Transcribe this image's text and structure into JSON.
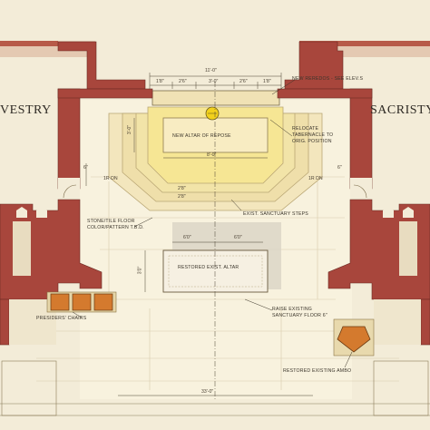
{
  "rooms": {
    "vestry": "VESTRY",
    "sacristy": "SACRISTY"
  },
  "notes": {
    "new_reredos": "NEW REREDOS - SEE ELEV.S",
    "relocate_tabernacle": [
      "RELOCATE",
      "TABERNACLE TO",
      "ORIG. POSITION"
    ],
    "new_altar_of_repose": "NEW ALTAR OF REPOSE",
    "exist_sanctuary_steps": "EXIST. SANCTUARY STEPS",
    "stone_tile_floor": [
      "STONE/TILE FLOOR",
      "COLOR/PATTERN T.B.D."
    ],
    "restored_exist_altar": "RESTORED EXIST. ALTAR",
    "raise_existing": [
      "RAISE EXISTING",
      "SANCTUARY FLOOR 6\""
    ],
    "presiders_chairs": "PRESIDERS' CHAIRS",
    "restored_existing_ambo": "RESTORED EXISTING AMBO"
  },
  "dims": {
    "overall_top": "11'-0\"",
    "seg1": "1'8\"",
    "seg2": "2'6\"",
    "seg3": "3'-0\"",
    "seg4": "2'6\"",
    "seg5": "1'8\"",
    "repose_width": "8'-0\"",
    "left_depth": "3'-0\"",
    "step_r": "2'8\"",
    "step_r2": "2'8\"",
    "down_left": "1R DN",
    "down_right": "1R DN",
    "up_left": "6\"",
    "up_right": "6\"",
    "altar_w1": "6'0\"",
    "altar_w2": "6'0\"",
    "altar_side": "3'0\"",
    "bottom_overall": "33'-0\""
  },
  "colors": {
    "wall": "#a8463c",
    "wall_dark": "#7b2f28",
    "floor": "#f5efd9",
    "highlight": "#f6e08a",
    "step": "#eedfae",
    "chairs": "#d47a2e"
  }
}
